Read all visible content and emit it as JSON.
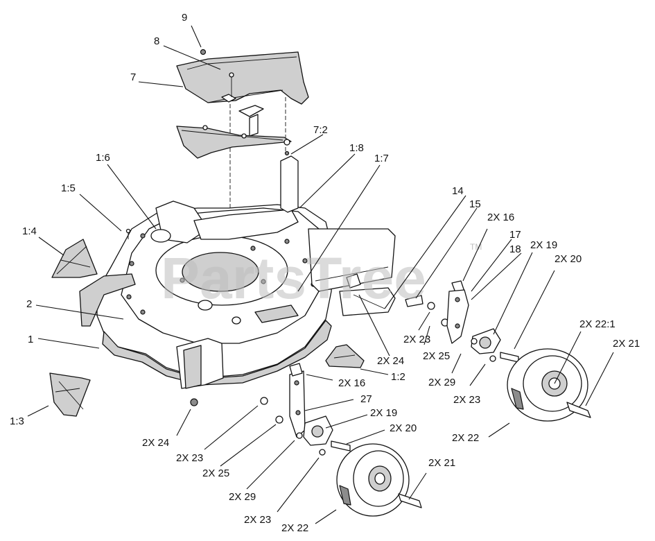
{
  "watermark": {
    "text": "PartsTree",
    "trademark": "TM",
    "color": "#bdbdbd"
  },
  "callouts": [
    {
      "id": "c-9",
      "text": "9"
    },
    {
      "id": "c-8",
      "text": "8"
    },
    {
      "id": "c-7",
      "text": "7"
    },
    {
      "id": "c-7-2",
      "text": "7:2"
    },
    {
      "id": "c-1-8",
      "text": "1:8"
    },
    {
      "id": "c-1-7",
      "text": "1:7"
    },
    {
      "id": "c-1-6",
      "text": "1:6"
    },
    {
      "id": "c-1-5",
      "text": "1:5"
    },
    {
      "id": "c-1-4",
      "text": "1:4"
    },
    {
      "id": "c-2",
      "text": "2"
    },
    {
      "id": "c-1",
      "text": "1"
    },
    {
      "id": "c-1-3",
      "text": "1:3"
    },
    {
      "id": "c-14",
      "text": "14"
    },
    {
      "id": "c-15",
      "text": "15"
    },
    {
      "id": "c-2x16-a",
      "text": "2X 16"
    },
    {
      "id": "c-17",
      "text": "17"
    },
    {
      "id": "c-18",
      "text": "18"
    },
    {
      "id": "c-2x19-a",
      "text": "2X 19"
    },
    {
      "id": "c-2x20-a",
      "text": "2X 20"
    },
    {
      "id": "c-2x22-1",
      "text": "2X 22:1"
    },
    {
      "id": "c-2x21-a",
      "text": "2X 21"
    },
    {
      "id": "c-2x23-a",
      "text": "2X 23"
    },
    {
      "id": "c-2x24-a",
      "text": "2X 24"
    },
    {
      "id": "c-2x25-a",
      "text": "2X 25"
    },
    {
      "id": "c-2x29-a",
      "text": "2X 29"
    },
    {
      "id": "c-2x23-b",
      "text": "2X 23"
    },
    {
      "id": "c-2x22-a",
      "text": "2X 22"
    },
    {
      "id": "c-2x16-b",
      "text": "2X 16"
    },
    {
      "id": "c-1-2",
      "text": "1:2"
    },
    {
      "id": "c-27",
      "text": "27"
    },
    {
      "id": "c-2x19-b",
      "text": "2X 19"
    },
    {
      "id": "c-2x20-b",
      "text": "2X 20"
    },
    {
      "id": "c-2x21-b",
      "text": "2X 21"
    },
    {
      "id": "c-2x24-b",
      "text": "2X 24"
    },
    {
      "id": "c-2x23-c",
      "text": "2X 23"
    },
    {
      "id": "c-2x25-b",
      "text": "2X 25"
    },
    {
      "id": "c-2x29-b",
      "text": "2X 29"
    },
    {
      "id": "c-2x23-d",
      "text": "2X 23"
    },
    {
      "id": "c-2x22-b",
      "text": "2X 22"
    }
  ]
}
